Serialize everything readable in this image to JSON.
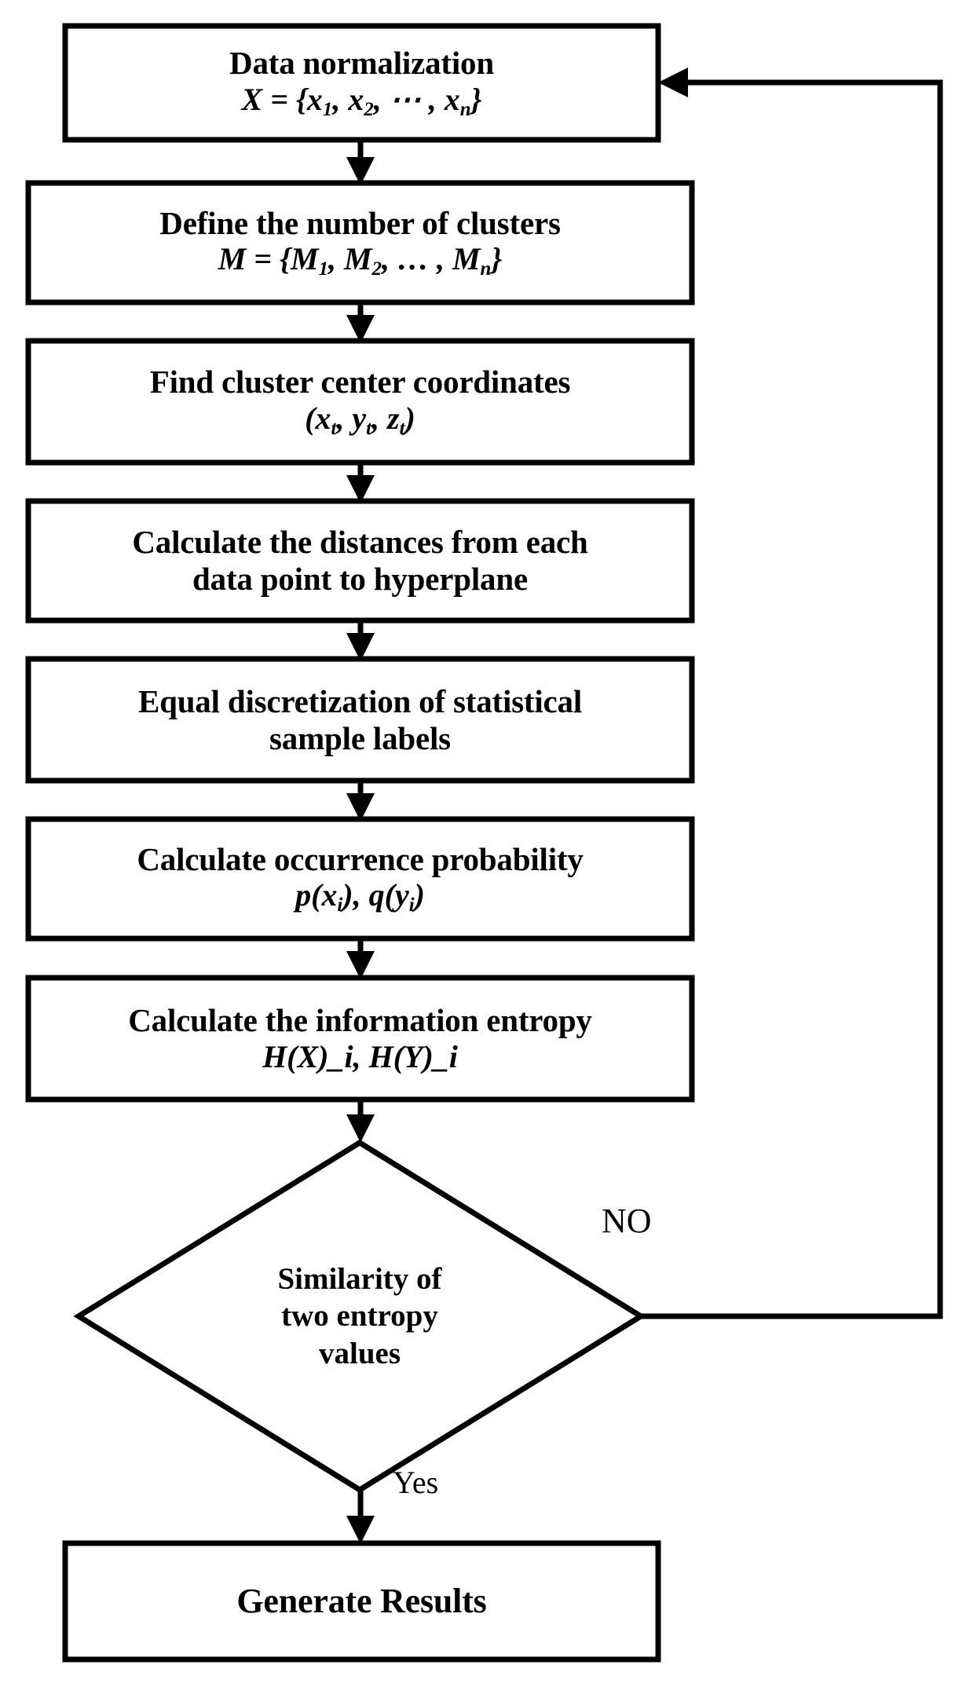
{
  "diagram": {
    "title": "Clustering and information-entropy algorithm flowchart",
    "type": "flowchart",
    "colors": {
      "background": "#ffffff",
      "stroke": "#000000",
      "text": "#000000",
      "fill": "#ffffff"
    }
  },
  "nodes": [
    {
      "id": "data-normalization",
      "shape": "process",
      "line1": "Data normalization",
      "line2_prefix": "X = {x",
      "line2": "X = {x1, x2, ⋯ , xn}"
    },
    {
      "id": "define-clusters",
      "shape": "process",
      "line1": "Define the number of clusters",
      "line2": "M = {M1, M2, … , Mn}"
    },
    {
      "id": "cluster-centers",
      "shape": "process",
      "line1": "Find cluster center coordinates",
      "line2": "(xt, yt, zt)"
    },
    {
      "id": "calculate-distances",
      "shape": "process",
      "line1": "Calculate the distances from each",
      "line2": "data point to hyperplane"
    },
    {
      "id": "equal-discretization",
      "shape": "process",
      "line1": "Equal discretization of statistical",
      "line2": "sample labels"
    },
    {
      "id": "occurrence-probability",
      "shape": "process",
      "line1": "Calculate  occurrence probability",
      "line2": "p(xi), q(yi)"
    },
    {
      "id": "information-entropy",
      "shape": "process",
      "line1": "Calculate the information entropy",
      "line2": "H(X)_i, H(Y)_i"
    },
    {
      "id": "similarity-decision",
      "shape": "decision",
      "line1": "Similarity of",
      "line2": "two entropy",
      "line3": "values"
    },
    {
      "id": "generate-results",
      "shape": "process",
      "line1": "Generate Results"
    }
  ],
  "edge_labels": {
    "no": "NO",
    "yes": "Yes"
  }
}
